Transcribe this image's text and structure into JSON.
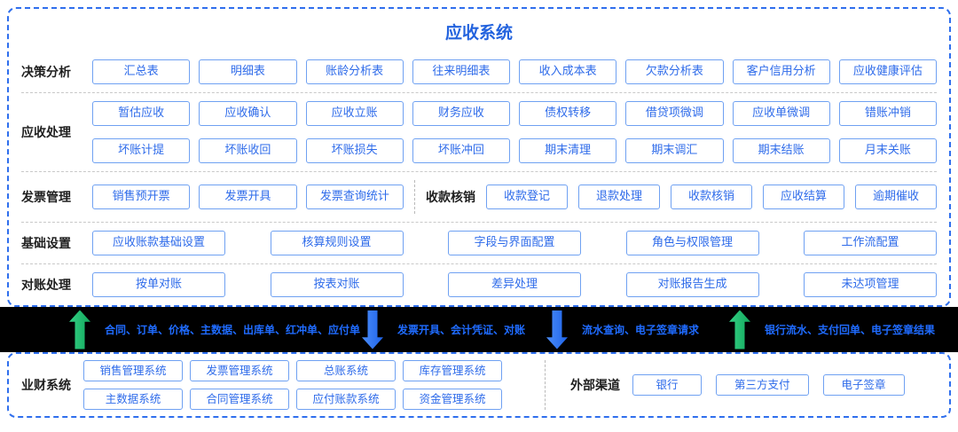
{
  "title": "应收系统",
  "colors": {
    "accent_blue": "#2363de",
    "button_border": "#6fa1f2",
    "button_text": "#2e6bea",
    "band_background": "#000000",
    "flow_text": "#1f6bff",
    "green_arrow": "#12a85c",
    "blue_arrow": "#1e63e9"
  },
  "sections": [
    {
      "label": "决策分析",
      "items": [
        "汇总表",
        "明细表",
        "账龄分析表",
        "往来明细表",
        "收入成本表",
        "欠款分析表",
        "客户信用分析",
        "应收健康评估"
      ]
    },
    {
      "label": "应收处理",
      "lines": [
        [
          "暂估应收",
          "应收确认",
          "应收立账",
          "财务应收",
          "债权转移",
          "借贷项微调",
          "应收单微调",
          "错账冲销"
        ],
        [
          "坏账计提",
          "坏账收回",
          "坏账损失",
          "坏账冲回",
          "期末清理",
          "期末调汇",
          "期末结账",
          "月末关账"
        ]
      ]
    },
    {
      "left": {
        "label": "发票管理",
        "items": [
          "销售预开票",
          "发票开具",
          "发票查询统计"
        ]
      },
      "right": {
        "label": "收款核销",
        "items": [
          "收款登记",
          "退款处理",
          "收款核销",
          "应收结算",
          "逾期催收"
        ]
      }
    },
    {
      "label": "基础设置",
      "items": [
        "应收账款基础设置",
        "核算规则设置",
        "字段与界面配置",
        "角色与权限管理",
        "工作流配置"
      ]
    },
    {
      "label": "对账处理",
      "items": [
        "按单对账",
        "按表对账",
        "差异处理",
        "对账报告生成",
        "未达项管理"
      ]
    }
  ],
  "flows": [
    {
      "direction": "up",
      "arrow_color": "green",
      "text": "合同、订单、价格、主数据、出库单、红冲单、应付单"
    },
    {
      "direction": "down",
      "arrow_color": "blue",
      "text": "发票开具、会计凭证、对账"
    },
    {
      "direction": "down",
      "arrow_color": "blue",
      "text": "流水查询、电子签章请求"
    },
    {
      "direction": "up",
      "arrow_color": "green",
      "text": "银行流水、支付回单、电子签章结果"
    }
  ],
  "bottom": {
    "left": {
      "label": "业财系统",
      "lines": [
        [
          "销售管理系统",
          "发票管理系统",
          "总账系统",
          "库存管理系统"
        ],
        [
          "主数据系统",
          "合同管理系统",
          "应付账款系统",
          "资金管理系统"
        ]
      ]
    },
    "right": {
      "label": "外部渠道",
      "items": [
        "银行",
        "第三方支付",
        "电子签章"
      ]
    }
  }
}
